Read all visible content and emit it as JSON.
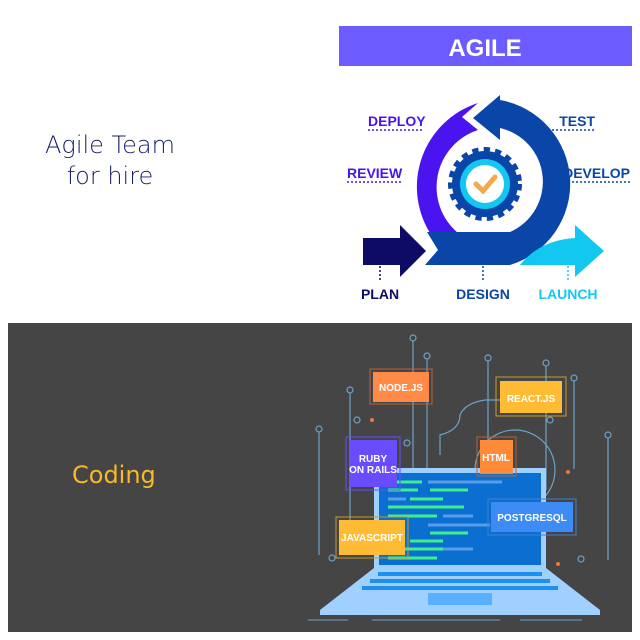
{
  "agile_section": {
    "caption_line1": "Agile Team",
    "caption_line2": "for hire",
    "banner": "AGILE",
    "stages": {
      "deploy": "DEPLOY",
      "test": "TEST",
      "review": "REVIEW",
      "develop": "DEVELOP",
      "plan": "PLAN",
      "design": "DESIGN",
      "launch": "LAUNCH"
    },
    "colors": {
      "banner": "#6c5cff",
      "purple": "#4a14f0",
      "blue": "#0a45a8",
      "navy": "#0d0b66",
      "cyan": "#12c8f0",
      "check": "#f5a94a"
    }
  },
  "coding_section": {
    "caption": "Coding",
    "tags": {
      "node": "NODE.JS",
      "react": "REACT.JS",
      "ruby_line1": "RUBY",
      "ruby_line2": "ON RAILS",
      "html": "HTML",
      "postgres": "POSTGRESQL",
      "javascript": "JAVASCRIPT"
    },
    "colors": {
      "background": "#454545",
      "caption": "#f7b928",
      "screen": "#0a6fd0",
      "laptop": "#9fd0ff"
    }
  }
}
